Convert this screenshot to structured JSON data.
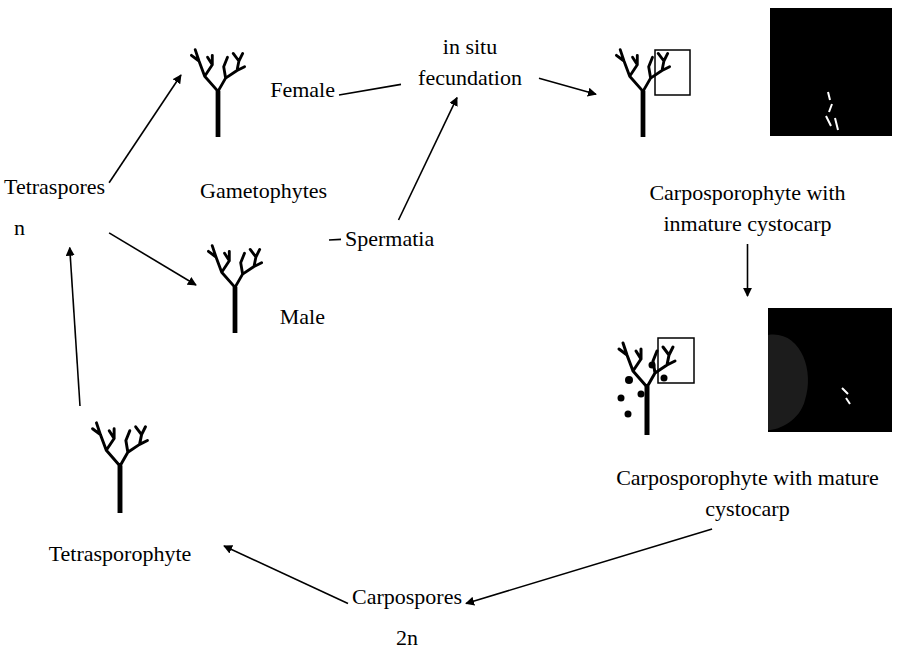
{
  "diagram": {
    "nodes": [
      {
        "text": [
          "Tetraspores",
          "n"
        ]
      },
      {
        "text": [
          "Female"
        ]
      },
      {
        "text": [
          "Male"
        ]
      },
      {
        "text": [
          "in situ fecundation"
        ]
      },
      {
        "text": [
          "Spermatia"
        ]
      },
      {
        "text": [
          "Carposporophyte with inmature cystocarp"
        ]
      },
      {
        "text": [
          "Carposporophyte with mature cystocarp"
        ]
      },
      {
        "text": [
          "Carpospores",
          "2n"
        ]
      },
      {
        "text": [
          "Tetrasporophyte"
        ]
      }
    ],
    "edges": [
      {
        "from": 0,
        "to": 1,
        "arrow": "to"
      },
      {
        "from": 0,
        "to": 2,
        "arrow": "to"
      },
      {
        "from": 1,
        "to": 3,
        "arrow": "none"
      },
      {
        "from": 2,
        "to": 4,
        "arrow": "none"
      },
      {
        "from": 4,
        "to": 3,
        "arrow": "to"
      },
      {
        "from": 3,
        "to": 5,
        "arrow": "to"
      },
      {
        "from": 5,
        "to": 6,
        "arrow": "to"
      },
      {
        "from": 6,
        "to": 7,
        "arrow": "to"
      },
      {
        "from": 7,
        "to": 8,
        "arrow": "to"
      },
      {
        "from": 8,
        "to": 0,
        "arrow": "to"
      }
    ],
    "labels": [
      "Gametophytes"
    ]
  }
}
